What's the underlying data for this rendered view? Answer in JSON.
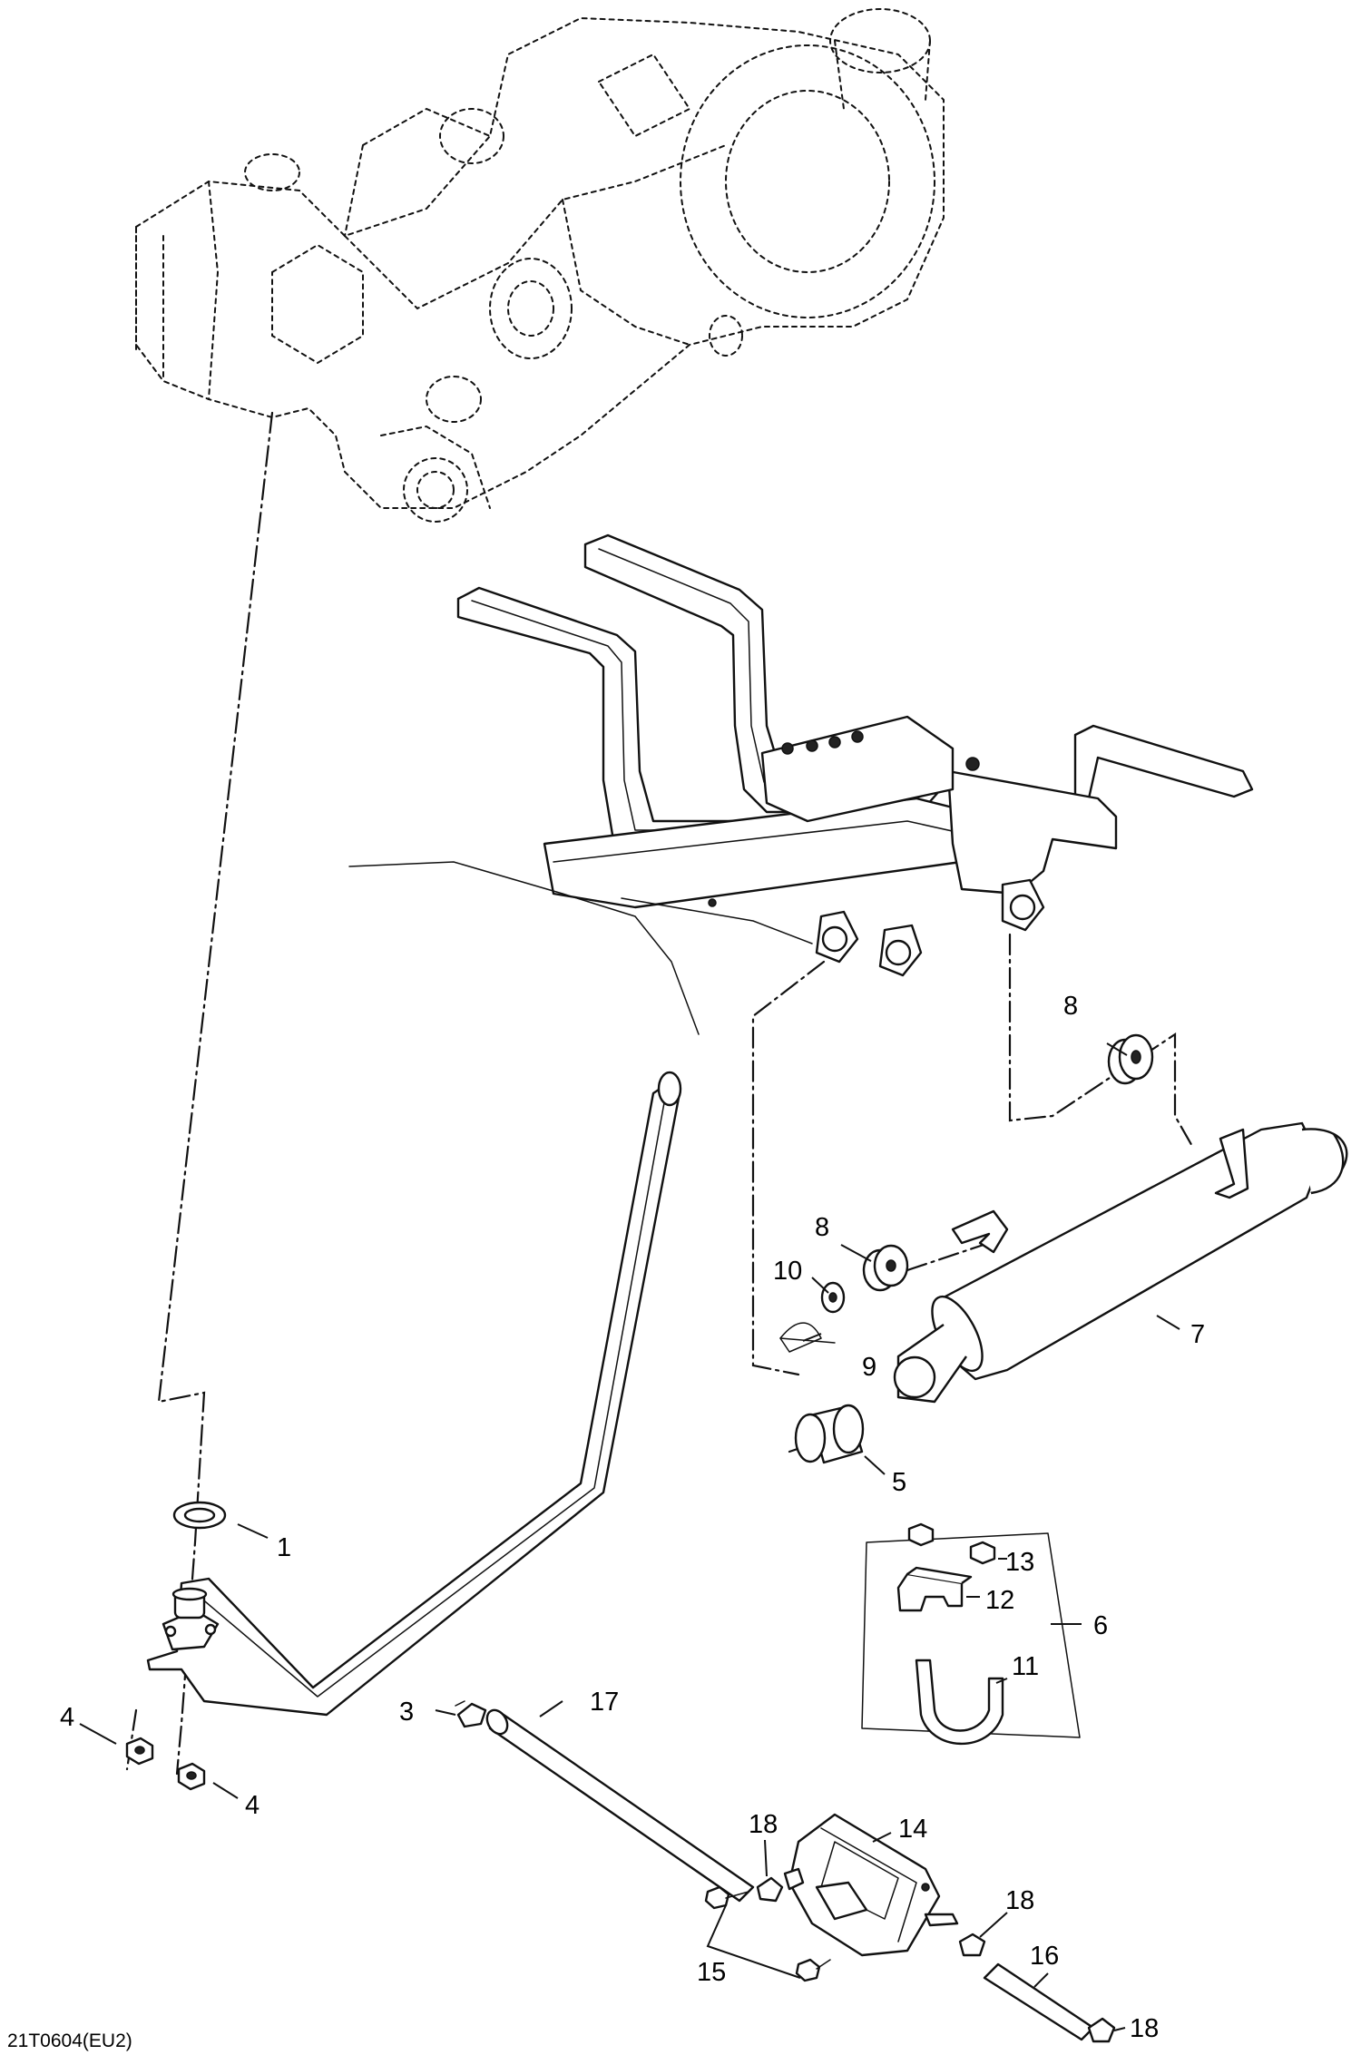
{
  "figure_id": "21T0604(EU2)",
  "callouts": {
    "c1": "1",
    "c3": "3",
    "c4a": "4",
    "c4b": "4",
    "c5": "5",
    "c6": "6",
    "c7": "7",
    "c8a": "8",
    "c8b": "8",
    "c9": "9",
    "c10": "10",
    "c11": "11",
    "c12": "12",
    "c13": "13",
    "c14": "14",
    "c15": "15",
    "c16": "16",
    "c17": "17",
    "c18a": "18",
    "c18b": "18",
    "c18c": "18"
  }
}
